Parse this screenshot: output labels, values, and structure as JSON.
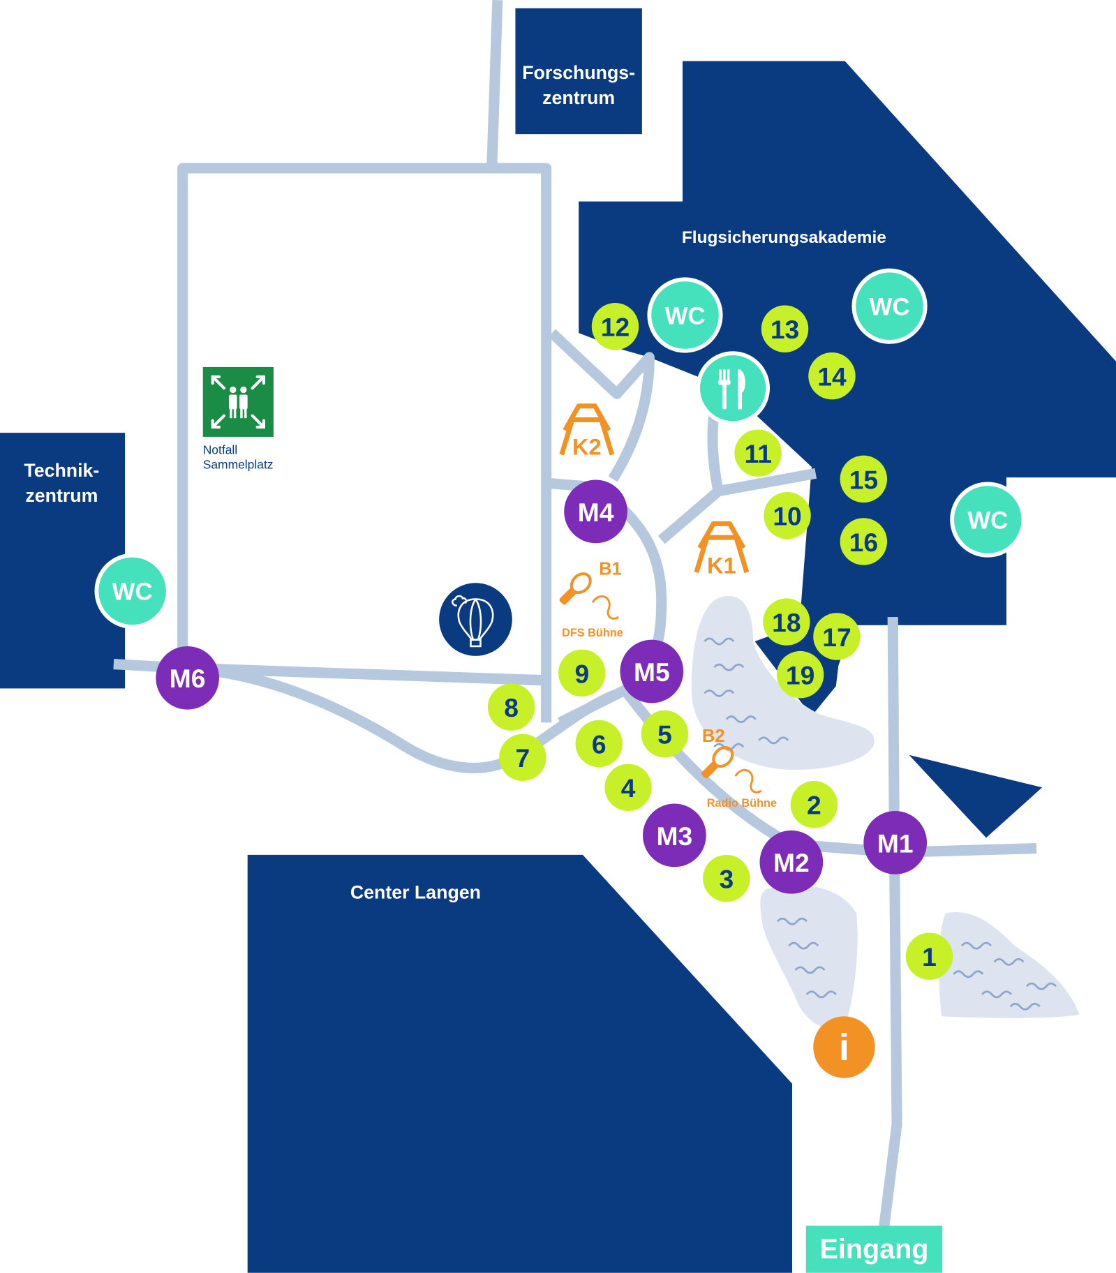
{
  "colors": {
    "building": "#0a3a80",
    "path": "#b6c8de",
    "water": "#dde4ef",
    "numbered_poi": "#c7f028",
    "m_point": "#7d2cb7",
    "wc": "#45e0bc",
    "food": "#45e0bc",
    "stage": "#f39224",
    "info": "#f39224",
    "assembly": "#1a8c45",
    "entrance": "#45e0bc"
  },
  "buildings": {
    "forschungszentrum": [
      "Forschungs-",
      "zentrum"
    ],
    "flugsicherungsakademie": "Flugsicherungsakademie",
    "technikzentrum": [
      "Technik-",
      "zentrum"
    ],
    "center_langen": "Center Langen"
  },
  "assembly_point": {
    "icon": "assembly-point-icon",
    "label": [
      "Notfall",
      "Sammelplatz"
    ]
  },
  "balloon": {
    "icon": "hot-air-balloon-icon"
  },
  "wc_label": "WC",
  "food": {
    "icon": "fork-knife-icon"
  },
  "tents": {
    "k1": "K1",
    "k2": "K2"
  },
  "stages": {
    "b1": {
      "code": "B1",
      "name": "DFS Bühne",
      "icon": "microphone-icon"
    },
    "b2": {
      "code": "B2",
      "name": "Radio Bühne",
      "icon": "microphone-icon"
    }
  },
  "info": {
    "label": "i",
    "icon": "info-icon"
  },
  "entrance": "Eingang",
  "meeting_points": {
    "m1": "M1",
    "m2": "M2",
    "m3": "M3",
    "m4": "M4",
    "m5": "M5",
    "m6": "M6"
  },
  "pois": {
    "p1": "1",
    "p2": "2",
    "p3": "3",
    "p4": "4",
    "p5": "5",
    "p6": "6",
    "p7": "7",
    "p8": "8",
    "p9": "9",
    "p10": "10",
    "p11": "11",
    "p12": "12",
    "p13": "13",
    "p14": "14",
    "p15": "15",
    "p16": "16",
    "p17": "17",
    "p18": "18",
    "p19": "19"
  }
}
